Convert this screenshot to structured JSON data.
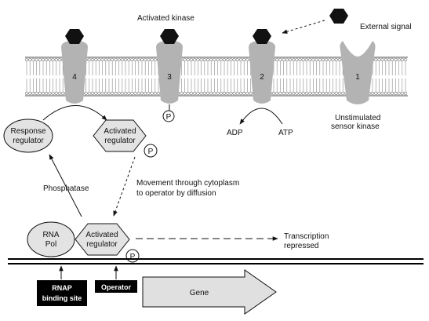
{
  "colors": {
    "receptor": "#b3b3b3",
    "membrane_line": "#6e6e6e",
    "signal": "#111111",
    "protein_fill": "#e3e3e3",
    "dna": "#000000",
    "gene_fill": "#e0e0e0",
    "site_box": "#000000"
  },
  "labels": {
    "activated_kinase": "Activated kinase",
    "external_signal": "External signal",
    "unstimulated_line1": "Unstimulated",
    "unstimulated_line2": "sensor kinase",
    "adp": "ADP",
    "atp": "ATP",
    "response_regulator_line1": "Response",
    "response_regulator_line2": "regulator",
    "activated_regulator_line1": "Activated",
    "activated_regulator_line2": "regulator",
    "phosphate": "P",
    "phosphatase": "Phosphatase",
    "movement_line1": "Movement through cytoplasm",
    "movement_line2": "to operator by diffusion",
    "rna_pol_line1": "RNA",
    "rna_pol_line2": "Pol",
    "transcription_line1": "Transcription",
    "transcription_line2": "repressed",
    "rnap_site_line1": "RNAP",
    "rnap_site_line2": "binding site",
    "operator": "Operator",
    "gene": "Gene"
  },
  "receptors": [
    {
      "number": "4"
    },
    {
      "number": "3"
    },
    {
      "number": "2"
    },
    {
      "number": "1"
    }
  ]
}
